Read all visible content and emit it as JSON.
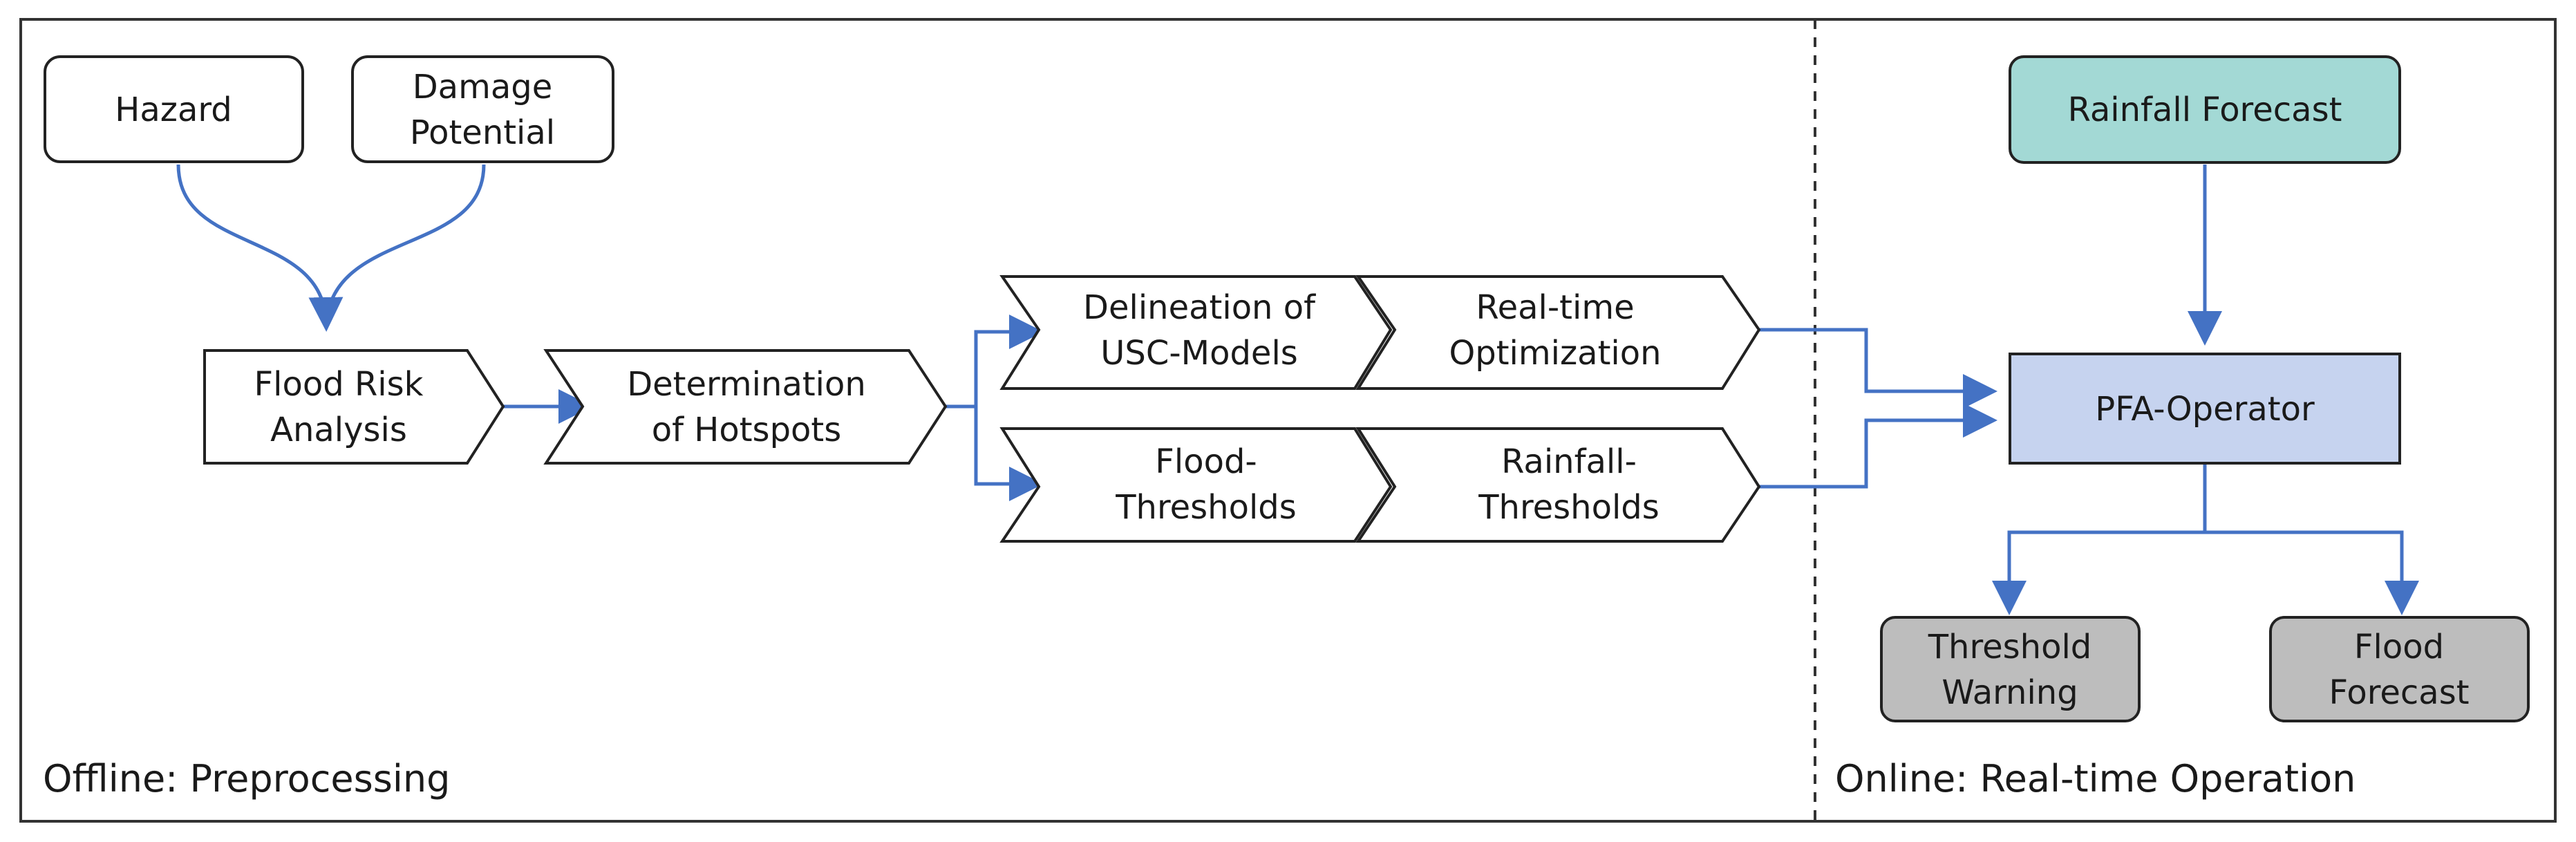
{
  "sections": {
    "offline": "Offline: Preprocessing",
    "online": "Online: Real-time Operation"
  },
  "nodes": {
    "hazard": [
      "Hazard"
    ],
    "damage_potential": [
      "Damage",
      "Potential"
    ],
    "flood_risk_analysis": [
      "Flood Risk",
      "Analysis"
    ],
    "determination_hotspots": [
      "Determination",
      "of Hotspots"
    ],
    "delineation_usc": [
      "Delineation of",
      "USC-Models"
    ],
    "realtime_optimization": [
      "Real-time",
      "Optimization"
    ],
    "flood_thresholds": [
      "Flood-",
      "Thresholds"
    ],
    "rainfall_thresholds": [
      "Rainfall-",
      "Thresholds"
    ],
    "rainfall_forecast": [
      "Rainfall Forecast"
    ],
    "pfa_operator": [
      "PFA-Operator"
    ],
    "threshold_warning": [
      "Threshold",
      "Warning"
    ],
    "flood_forecast": [
      "Flood",
      "Forecast"
    ]
  },
  "colors": {
    "arrow": "#4472c4",
    "outline": "#222222",
    "rainfall_forecast_fill": "#a3d9d5",
    "pfa_operator_fill": "#c6d3ef",
    "output_fill": "#bdbdbd",
    "default_fill": "#ffffff"
  }
}
